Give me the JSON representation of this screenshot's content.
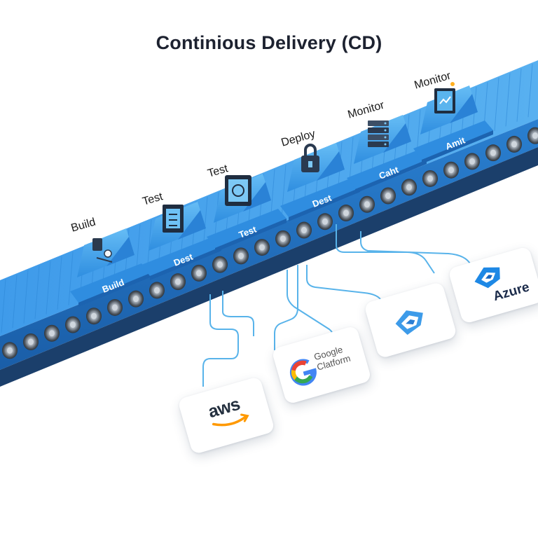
{
  "title": "Continious Delivery (CD)",
  "colors": {
    "belt_top": "#3fa0ec",
    "belt_side": "#1f6fc0",
    "rollers": "#5d6670",
    "connector_lines": "#58b3ea",
    "azure_blue": "#1e88e5",
    "aws_orange": "#ff9900"
  },
  "stations": [
    {
      "label": "Build",
      "plate": "Build",
      "icon": "build-tools-icon"
    },
    {
      "label": "Test",
      "plate": "Dest",
      "icon": "test-checklist-icon"
    },
    {
      "label": "Test",
      "plate": "Test",
      "icon": "test-monitor-icon"
    },
    {
      "label": "Deploy",
      "plate": "Dest",
      "icon": "deploy-lock-icon"
    },
    {
      "label": "Monitor",
      "plate": "Caht",
      "icon": "monitor-server-icon"
    },
    {
      "label": "Monitor",
      "plate": "Amit",
      "icon": "monitor-dashboard-icon"
    }
  ],
  "clouds": {
    "aws": {
      "text": "aws",
      "icon": "aws-smile-icon"
    },
    "google": {
      "text": "Google Clatform",
      "icon": "google-g-icon"
    },
    "unnamed": {
      "icon": "cloud-cube-icon"
    },
    "azure": {
      "text": "Azure",
      "icon": "azure-logo-icon"
    }
  }
}
